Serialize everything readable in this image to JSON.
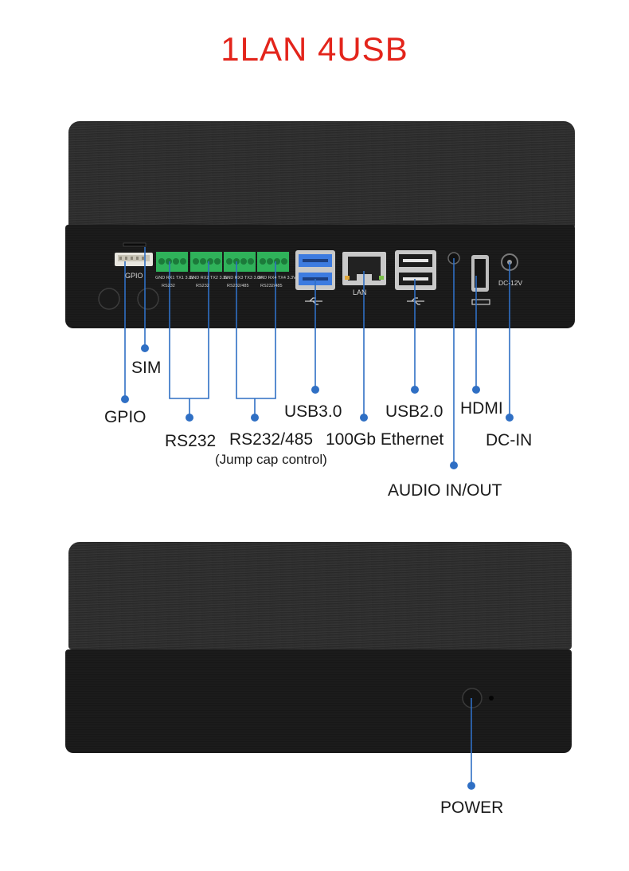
{
  "title": "1LAN 4USB",
  "colors": {
    "title": "#e3241b",
    "leader": "#2f6fc4",
    "terminal": "#2fb25a",
    "usb3": "#3d7be0",
    "chassis": "#2b2b2b"
  },
  "rear_panel": {
    "port_labels": {
      "gpio": "GPIO",
      "lan": "LAN",
      "dc": "DC-12V",
      "term1": "GND RX1 TX1 3.3V",
      "term2": "GND RX2 TX2 3.3V",
      "term3": "GND RX3 TX3 3.3V",
      "term4": "GND RX4 TX4 3.3V",
      "rs232_a": "RS232",
      "rs232_b": "RS232",
      "rs485_a": "RS232/485",
      "rs485_b": "RS232/485"
    }
  },
  "callouts": {
    "sim": "SIM",
    "gpio": "GPIO",
    "rs232": "RS232",
    "rs232_485": "RS232/485",
    "jump_cap": "(Jump cap control)",
    "usb30": "USB3.0",
    "ethernet": "100Gb Ethernet",
    "usb20": "USB2.0",
    "hdmi": "HDMI",
    "dc_in": "DC-IN",
    "audio": "AUDIO IN/OUT",
    "power": "POWER"
  }
}
